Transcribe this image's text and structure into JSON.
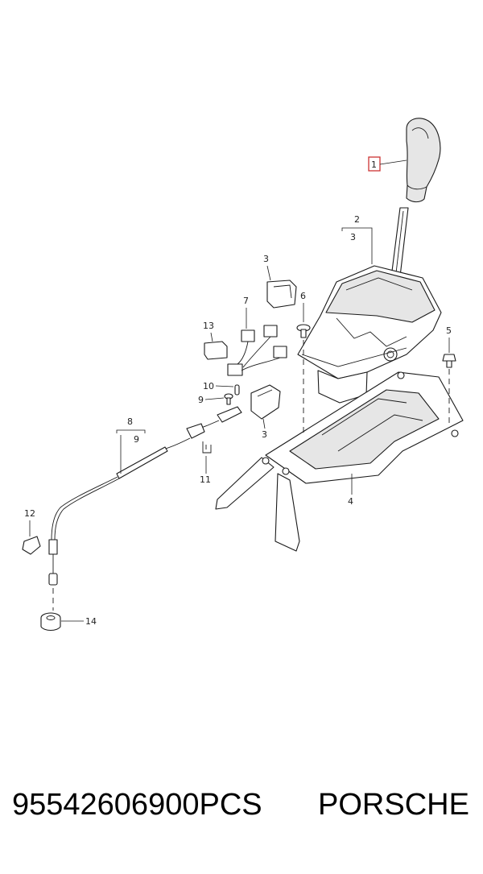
{
  "footer": {
    "part_number": "95542606900PCS",
    "brand": "PORSCHE"
  },
  "callouts": {
    "c1": "1",
    "c2": "2",
    "c3_top": "3",
    "c3_left": "3",
    "c3_mid": "3",
    "c4": "4",
    "c5": "5",
    "c6": "6",
    "c7": "7",
    "c8": "8",
    "c9_right": "9",
    "c9_left": "9",
    "c10": "10",
    "c11": "11",
    "c12": "12",
    "c13": "13",
    "c14": "14"
  },
  "highlight_color": "#cc3333"
}
